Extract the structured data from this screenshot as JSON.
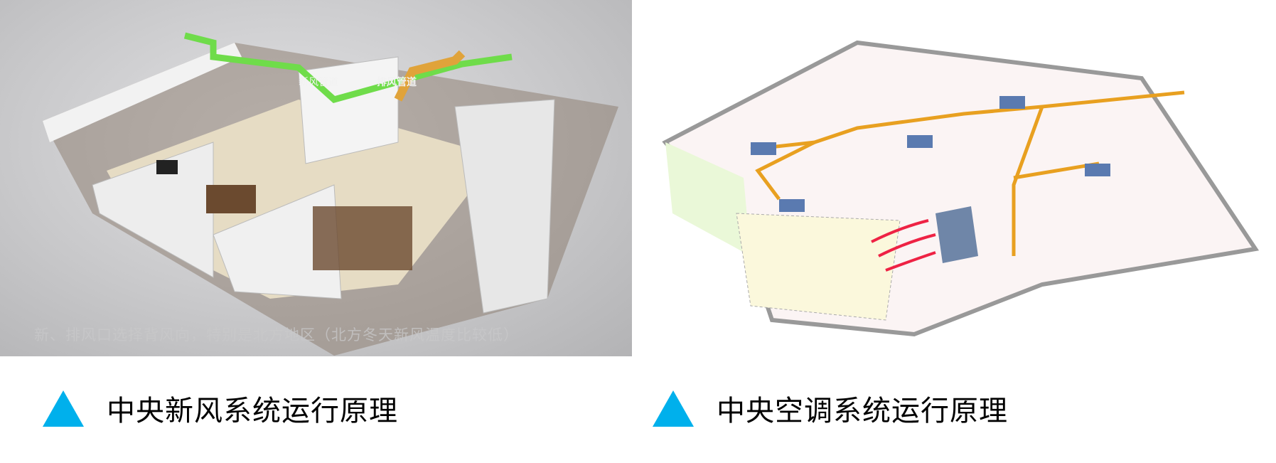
{
  "left_figure": {
    "subtitle": "新、排风口选择背风向，特别是北方地区（北方冬天新风温度比较低）",
    "labels": {
      "fresh_air_duct": "新风管道",
      "exhaust_duct": "排风管道"
    },
    "caption": "中央新风系统运行原理"
  },
  "right_figure": {
    "caption": "中央空调系统运行原理"
  },
  "colors": {
    "accent": "#00b0ec",
    "fresh_pipe": "#6fdc4a",
    "exhaust_pipe": "#e0a33a",
    "ac_pipe": "#e8a020"
  }
}
